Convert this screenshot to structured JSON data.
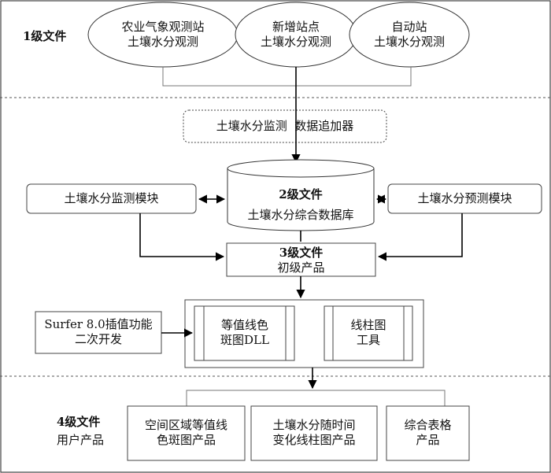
{
  "level1": {
    "label": "1级文件",
    "stations": [
      {
        "line1": "农业气象观测站",
        "line2": "土壤水分观测"
      },
      {
        "line1": "新增站点",
        "line2": "土壤水分观测"
      },
      {
        "line1": "自动站",
        "line2": "土壤水分观测"
      }
    ]
  },
  "appender": "土壤水分监测  数据追加器",
  "level2": {
    "label": "2级文件",
    "name": "土壤水分综合数据库"
  },
  "monitor_module": "土壤水分监测模块",
  "forecast_module": "土壤水分预测模块",
  "level3": {
    "label": "3级文件",
    "name": "初级产品"
  },
  "surfer": {
    "line1": "Surfer 8.0插值功能",
    "line2": "二次开发"
  },
  "tools": [
    {
      "line1": "等值线色",
      "line2": "斑图DLL"
    },
    {
      "line1": "线柱图",
      "line2": "工具"
    }
  ],
  "level4": {
    "label": "4级文件",
    "sublabel": "用户产品",
    "products": [
      {
        "line1": "空间区域等值线",
        "line2": "色斑图产品"
      },
      {
        "line1": "土壤水分随时间",
        "line2": "变化线柱图产品"
      },
      {
        "line1": "综合表格",
        "line2": "产品"
      }
    ]
  }
}
